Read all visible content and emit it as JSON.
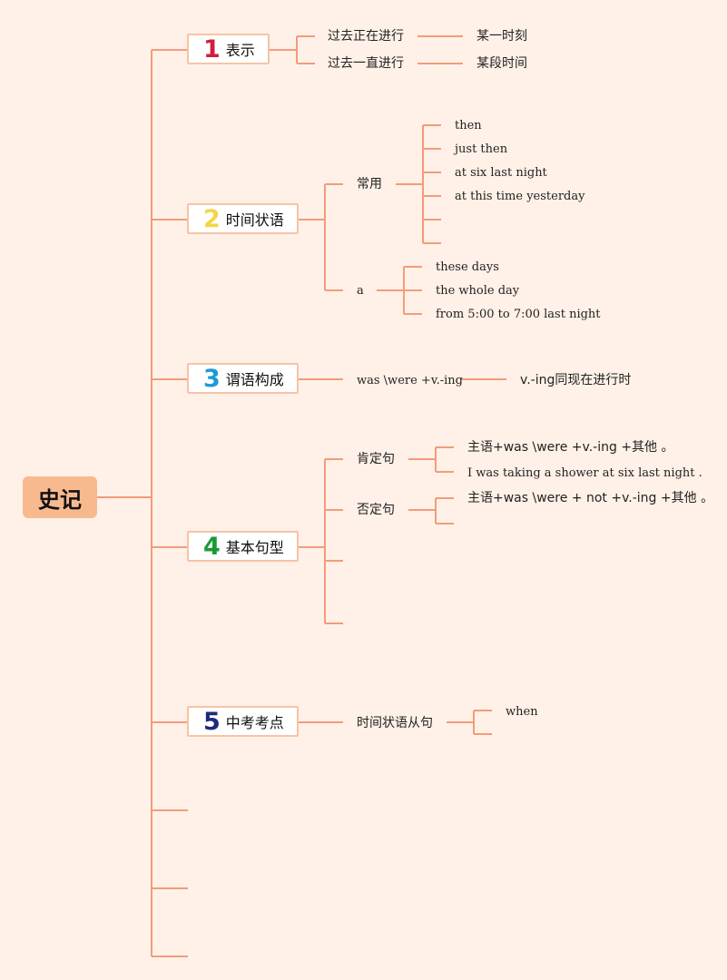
{
  "root": {
    "title": "史记"
  },
  "branches": [
    {
      "num": "1",
      "label": "表示",
      "num_color": "#d11d3a"
    },
    {
      "num": "2",
      "label": "时间状语",
      "num_color": "#f2d54a"
    },
    {
      "num": "3",
      "label": "谓语构成",
      "num_color": "#1f9ad6"
    },
    {
      "num": "4",
      "label": "基本句型",
      "num_color": "#1a9a36"
    },
    {
      "num": "5",
      "label": "中考考点",
      "num_color": "#1c2a78"
    }
  ],
  "b1": {
    "sub1": "过去正在进行",
    "sub1_leaf": "某一时刻",
    "sub2": "过去一直进行",
    "sub2_leaf": "某段时间"
  },
  "b2": {
    "common": "常用",
    "common_items": [
      "then",
      "just then",
      "at six last night",
      "at this time yesterday"
    ],
    "a": "a",
    "a_items": [
      "these days",
      "the whole day",
      "from 5:00 to 7:00 last night"
    ]
  },
  "b3": {
    "form": "was \\were +v.-ing",
    "note": "v.-ing同现在进行时"
  },
  "b4": {
    "affirm": "肯定句",
    "affirm_items": [
      "主语+was \\were +v.-ing +其他 。",
      "I was taking a shower at six last night ."
    ],
    "neg": "否定句",
    "neg_items": [
      "主语+was \\were + not +v.-ing +其他 。"
    ]
  },
  "b5": {
    "clause": "时间状语从句",
    "items": [
      "when"
    ]
  },
  "colors": {
    "line": "#f39b7c",
    "background": "#fff1e7",
    "root_fill": "#f9b98f",
    "box_border": "#f7c3a6"
  }
}
